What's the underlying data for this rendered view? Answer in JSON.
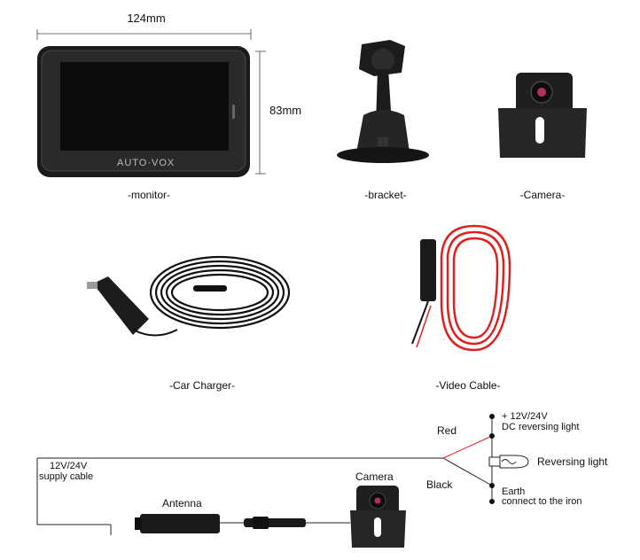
{
  "dimensions": {
    "width_label": "124mm",
    "height_label": "83mm"
  },
  "monitor": {
    "brand": "AUTO·VOX",
    "caption": "-monitor-"
  },
  "bracket": {
    "caption": "-bracket-"
  },
  "camera": {
    "caption": "-Camera-"
  },
  "car_charger": {
    "caption": "-Car Charger-"
  },
  "video_cable": {
    "caption": "-Video Cable-"
  },
  "wiring": {
    "supply_line1": "12V/24V",
    "supply_line2": "supply cable",
    "antenna": "Antenna",
    "camera": "Camera",
    "red": "Red",
    "black": "Black",
    "dc_line1": "+ 12V/24V",
    "dc_line2": "DC reversing light",
    "reversing": "Reversing light",
    "earth_line1": "Earth",
    "earth_line2": "connect to the iron"
  },
  "colors": {
    "red_wire": "#e02020",
    "device": "#1a1a1a"
  }
}
